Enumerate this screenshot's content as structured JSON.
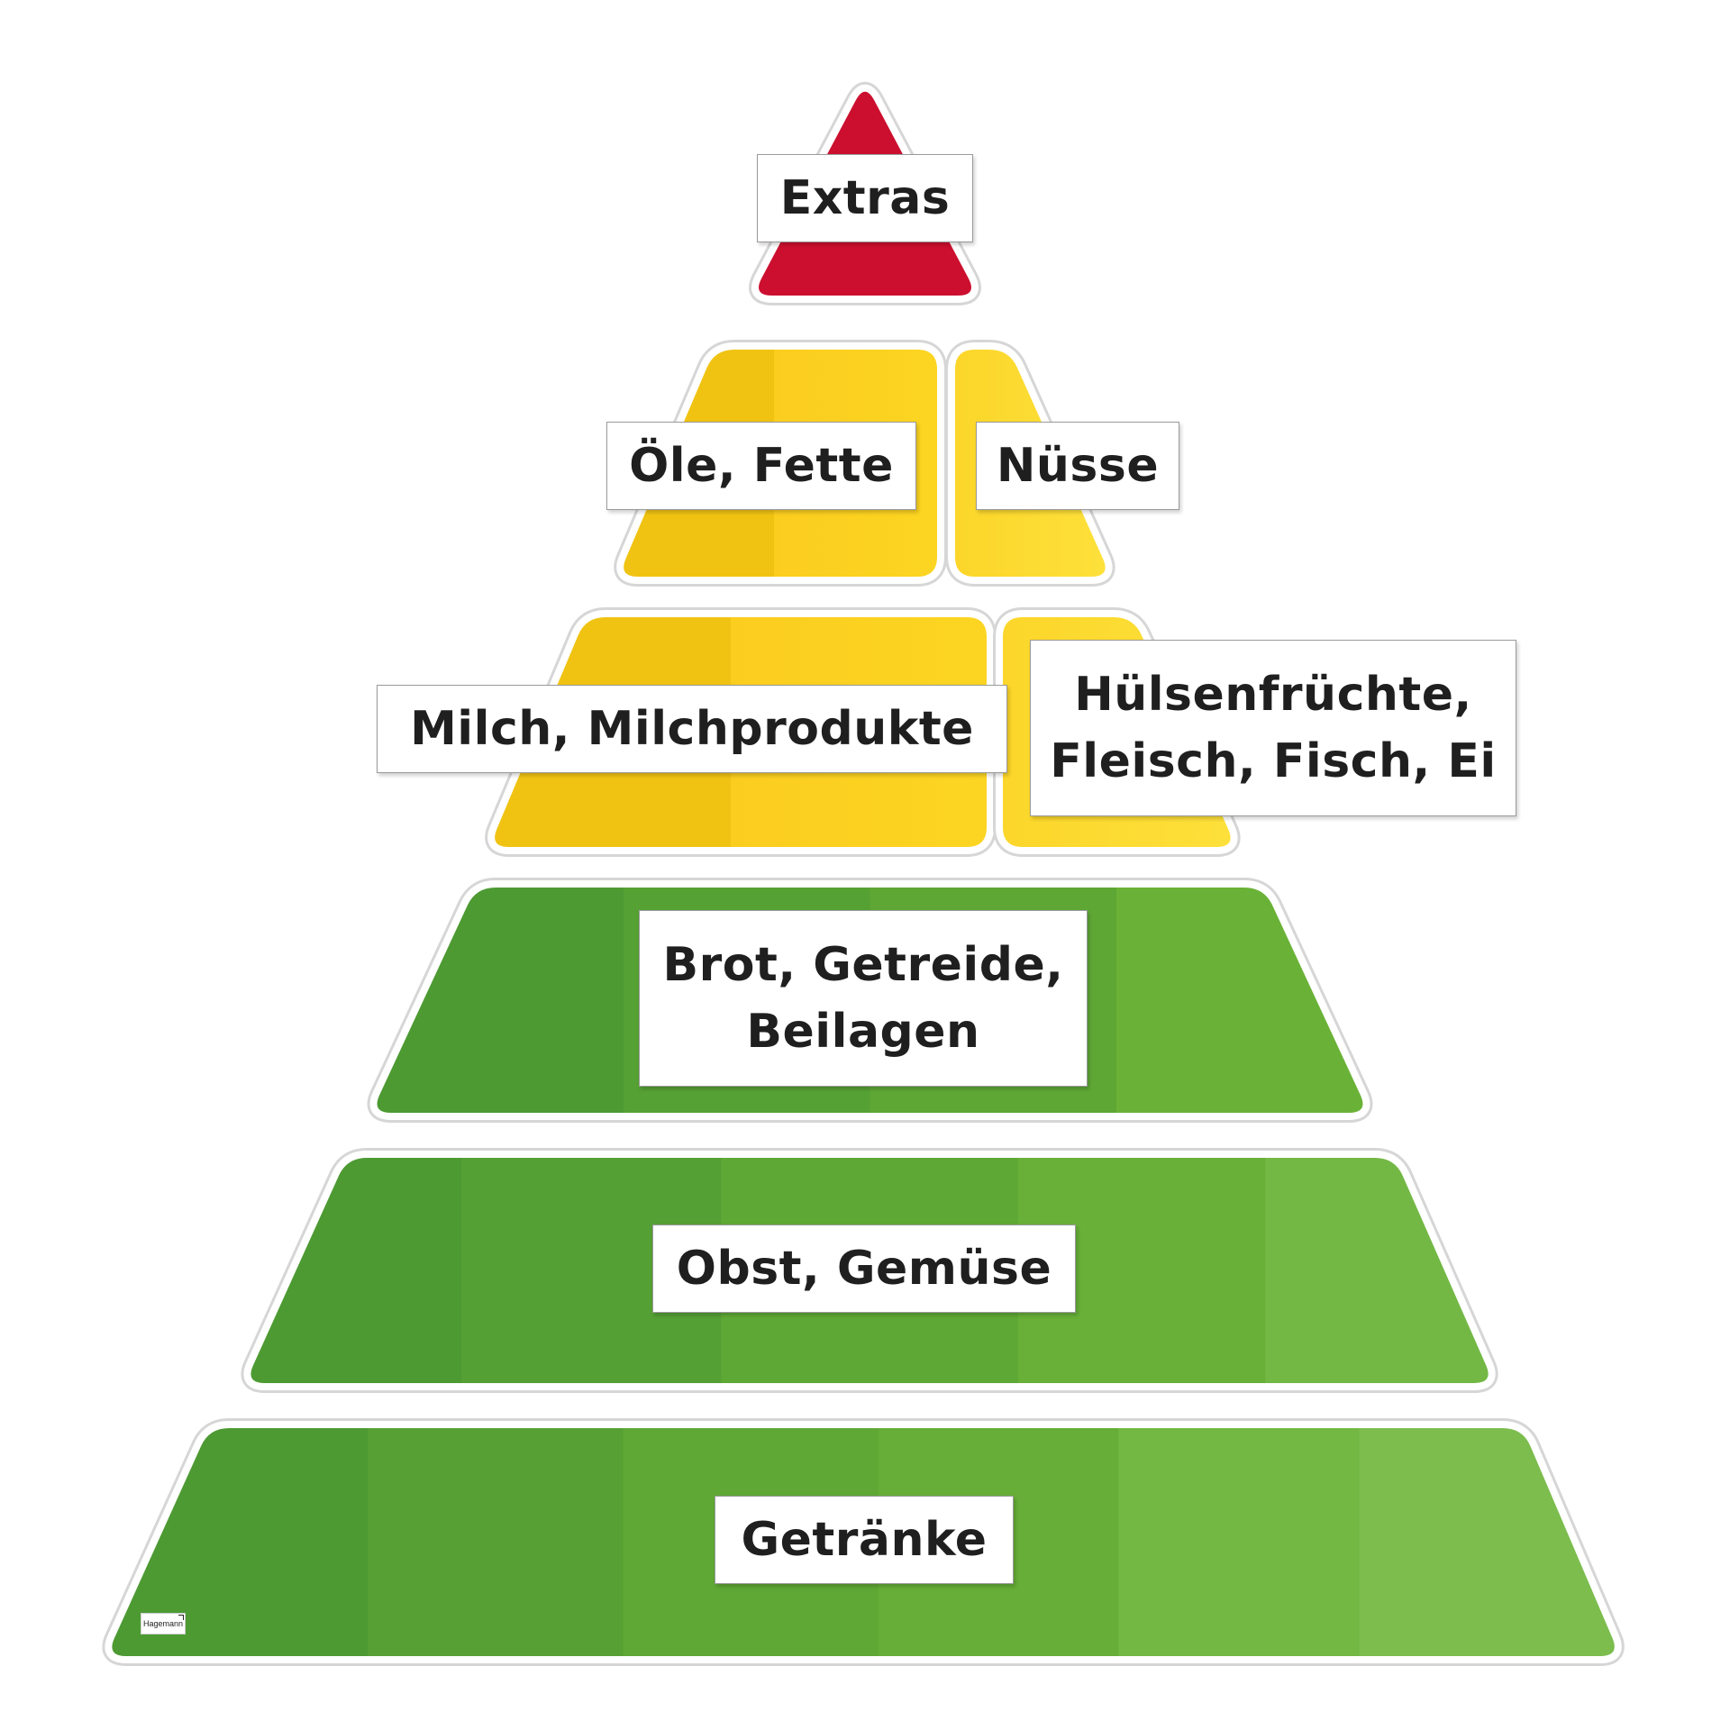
{
  "colors": {
    "red": "#cc0f2f",
    "yellow": "#fbcd1f",
    "yellow_light": "#fde13a",
    "green_dark": "#4d9a33",
    "green": "#62ab34",
    "green_light": "#7cbd4c"
  },
  "levels": [
    {
      "id": "extras",
      "label": "Extras",
      "color": "red"
    },
    {
      "id": "oele-fette",
      "label": "Öle, Fette",
      "color": "yellow"
    },
    {
      "id": "nuesse",
      "label": "Nüsse",
      "color": "yellow"
    },
    {
      "id": "milch",
      "label": "Milch, Milchprodukte",
      "color": "yellow"
    },
    {
      "id": "huelsenfruechte",
      "label": "Hülsenfrüchte,\nFleisch, Fisch, Ei",
      "color": "yellow"
    },
    {
      "id": "brot",
      "label": "Brot, Getreide,\nBeilagen",
      "color": "green"
    },
    {
      "id": "obst",
      "label": "Obst, Gemüse",
      "color": "green"
    },
    {
      "id": "getraenke",
      "label": "Getränke",
      "color": "green"
    }
  ],
  "logo": {
    "text": "Hagemann"
  }
}
